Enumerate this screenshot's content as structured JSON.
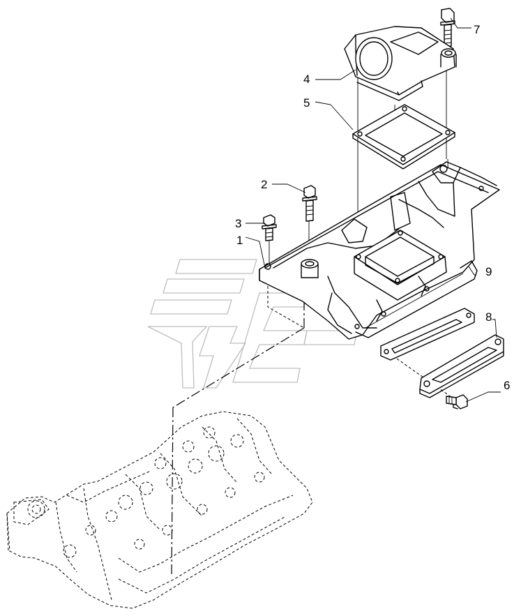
{
  "callouts": [
    {
      "id": "1",
      "label": "1"
    },
    {
      "id": "2",
      "label": "2"
    },
    {
      "id": "3",
      "label": "3"
    },
    {
      "id": "4",
      "label": "4"
    },
    {
      "id": "5",
      "label": "5"
    },
    {
      "id": "6",
      "label": "6"
    },
    {
      "id": "7",
      "label": "7"
    },
    {
      "id": "8",
      "label": "8"
    },
    {
      "id": "9",
      "label": "9"
    }
  ],
  "parts": [
    {
      "callout": "1",
      "semantic": "intake-manifold-body"
    },
    {
      "callout": "2",
      "semantic": "long-flange-bolt"
    },
    {
      "callout": "3",
      "semantic": "short-flange-bolt"
    },
    {
      "callout": "4",
      "semantic": "air-inlet-elbow"
    },
    {
      "callout": "5",
      "semantic": "flange-gasket"
    },
    {
      "callout": "6",
      "semantic": "flange-bolt"
    },
    {
      "callout": "7",
      "semantic": "elbow-bolt"
    },
    {
      "callout": "8",
      "semantic": "side-cover-plate"
    },
    {
      "callout": "9",
      "semantic": "side-plate-gasket"
    }
  ],
  "colors": {
    "line": "#000000",
    "watermark": "#bdbdbd",
    "background": "#ffffff"
  }
}
